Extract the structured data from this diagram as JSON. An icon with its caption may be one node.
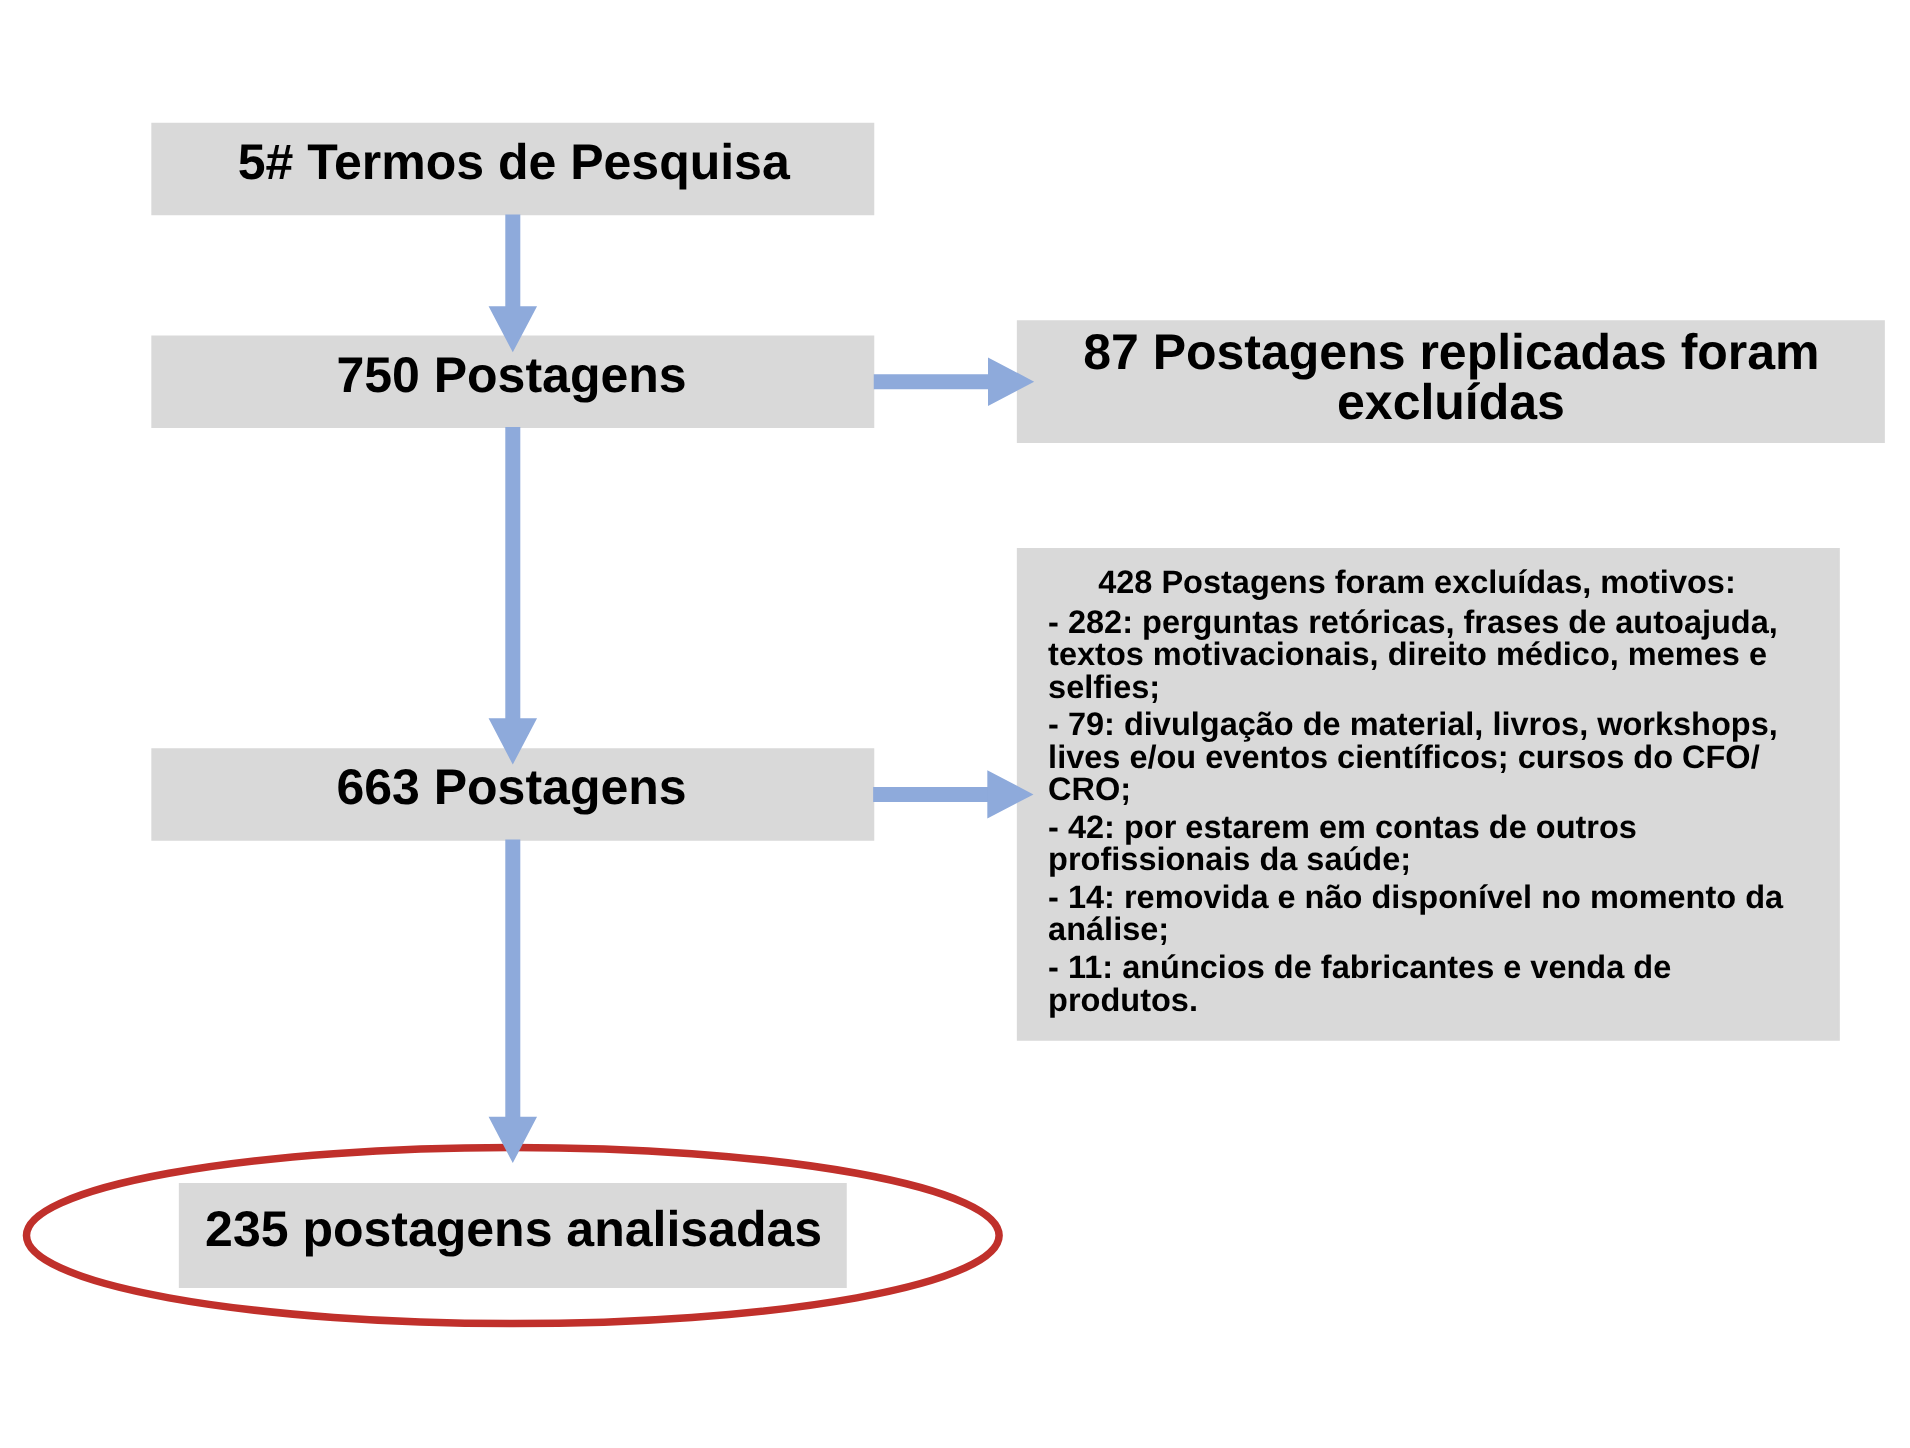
{
  "diagram": {
    "nodes": [
      {
        "text": [
          "5# Termos de Pesquisa"
        ]
      },
      {
        "text": [
          "750 Postagens"
        ]
      },
      {
        "text": [
          "87 Postagens replicadas foram excluídas"
        ]
      },
      {
        "text": [
          "663 Postagens"
        ]
      },
      {
        "text": [
          "428 Postagens foram excluídas, motivos:",
          "- 282: perguntas retóricas, frases de autoajuda, textos motivacionais, direito médico, memes e selfies;",
          "- 79: divulgação de material, livros, workshops, lives e/ou eventos científicos; cursos do CFO/ CRO;",
          "- 42: por estarem em contas de outros profissionais da saúde;",
          "- 14: removida e não disponível no momento da análise;",
          "- 11: anúncios de fabricantes e venda de produtos."
        ]
      },
      {
        "text": [
          "235 postagens analisadas"
        ]
      }
    ],
    "edges": [
      {
        "from": 0,
        "to": 1,
        "arrow": "to"
      },
      {
        "from": 1,
        "to": 3,
        "arrow": "to"
      },
      {
        "from": 1,
        "to": 2,
        "arrow": "to"
      },
      {
        "from": 3,
        "to": 5,
        "arrow": "to"
      },
      {
        "from": 3,
        "to": 4,
        "arrow": "to"
      }
    ]
  }
}
